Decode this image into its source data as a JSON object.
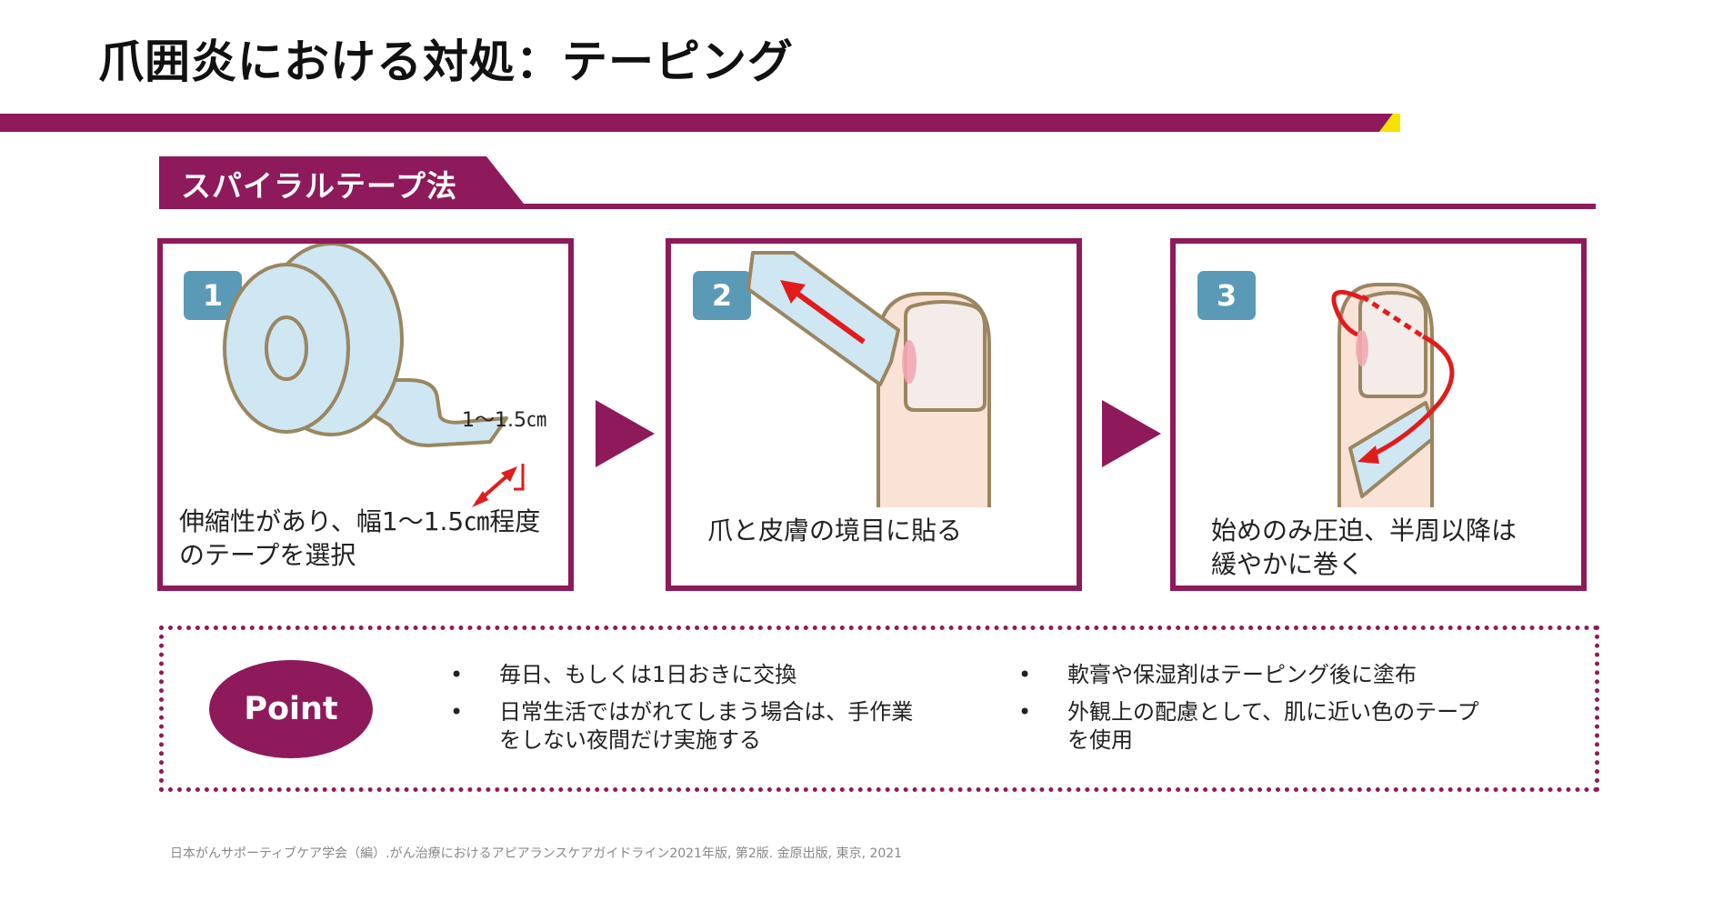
{
  "title": "爪囲炎における対処：テーピング",
  "section": {
    "label": "スパイラルテープ法"
  },
  "steps": [
    {
      "number": "1",
      "caption_lines": [
        "伸縮性があり、幅1～1.5㎝程度",
        "のテープを選択"
      ],
      "measure_label": "1～1.5㎝"
    },
    {
      "number": "2",
      "caption_lines": [
        "爪と皮膚の境目に貼る"
      ]
    },
    {
      "number": "3",
      "caption_lines": [
        "始めのみ圧迫、半周以降は",
        "緩やかに巻く"
      ]
    }
  ],
  "point": {
    "label": "Point",
    "left_items": [
      {
        "lines": [
          "毎日、もしくは1日おきに交換"
        ]
      },
      {
        "lines": [
          "日常生活ではがれてしまう場合は、手作業",
          "をしない夜間だけ実施する"
        ]
      }
    ],
    "right_items": [
      {
        "lines": [
          "軟膏や保湿剤はテーピング後に塗布"
        ]
      },
      {
        "lines": [
          "外観上の配慮として、肌に近い色のテープ",
          "を使用"
        ]
      }
    ],
    "bullet": "•"
  },
  "source": "日本がんサポーティブケア学会（編）.がん治療におけるアピアランスケアガイドライン2021年版, 第2版. 金原出版, 東京, 2021",
  "colors": {
    "accent": "#8e1a5b",
    "badge": "#5b9ab7",
    "tape": "#cfe6f3",
    "skin": "#f9e2d6",
    "outline": "#9a8660",
    "arrow_red": "#e21b1b",
    "stripe_yellow": "#f4e300"
  },
  "icons": [
    "tape-roll-icon",
    "finger-icon",
    "play-arrow-icon"
  ]
}
